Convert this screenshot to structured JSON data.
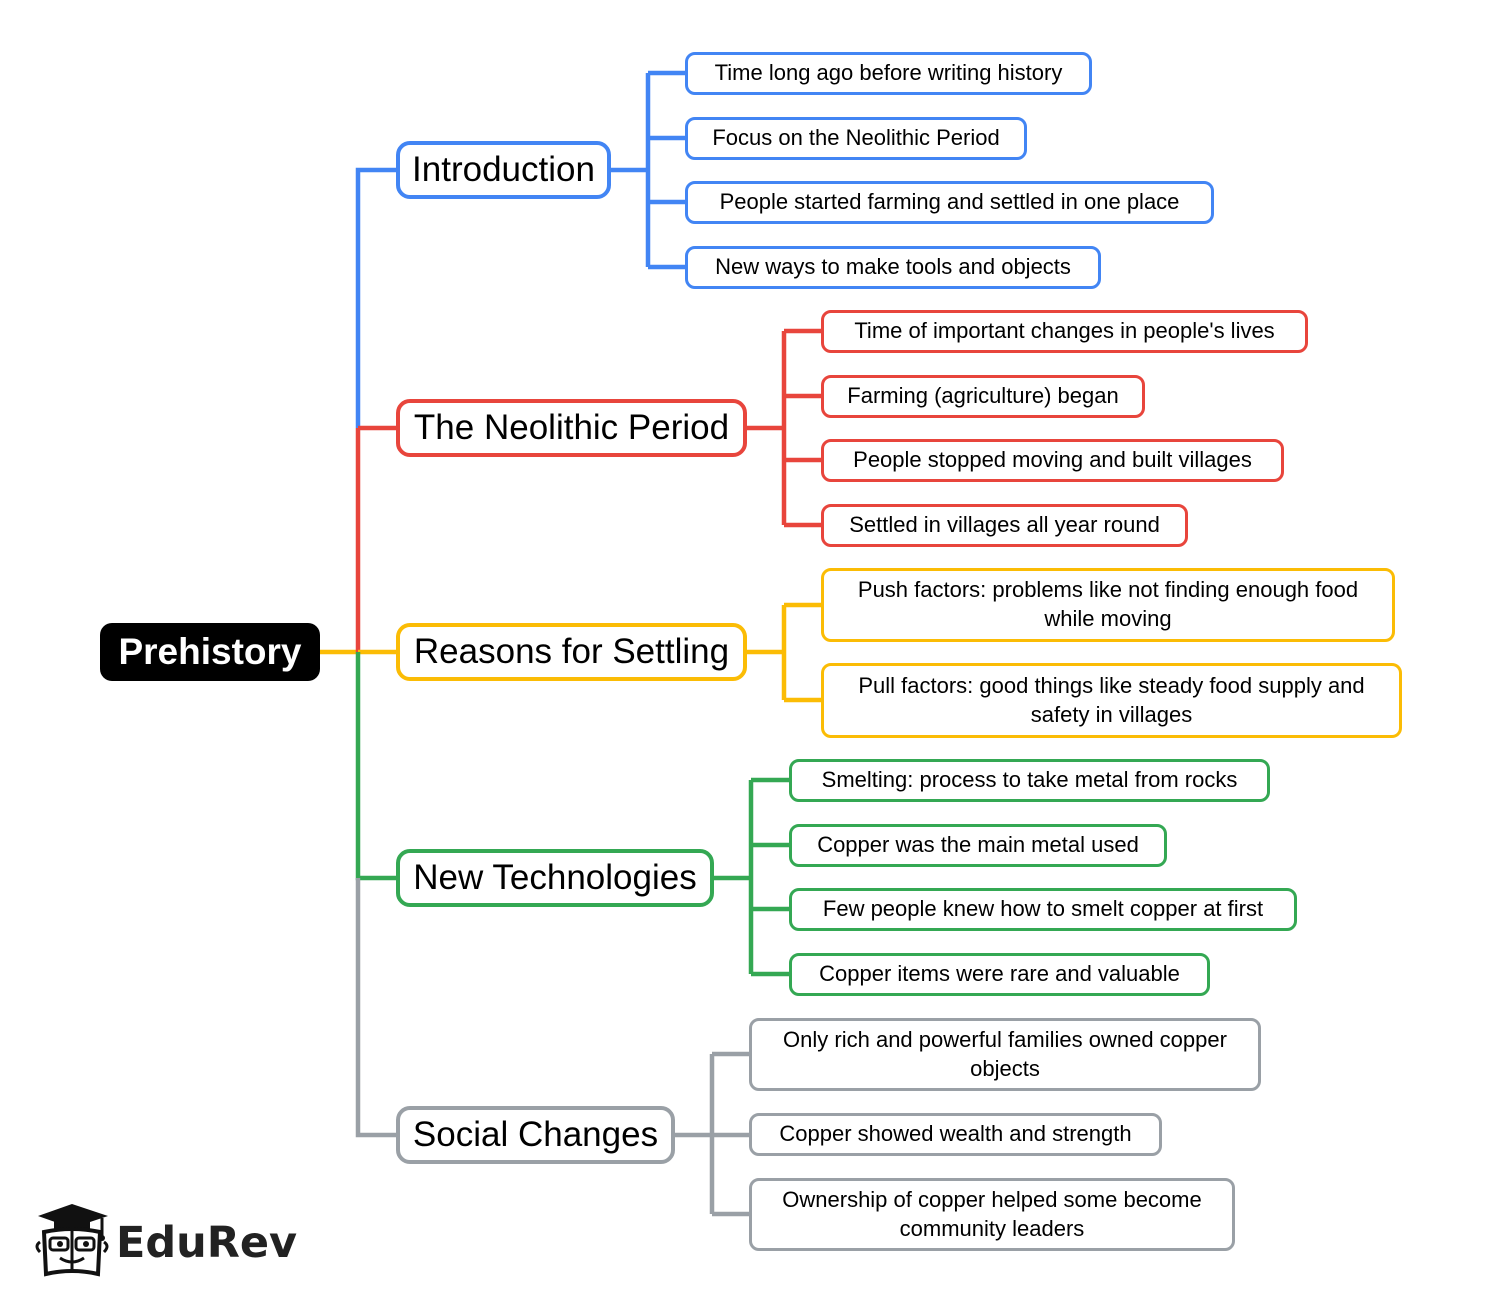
{
  "root": {
    "label": "Prehistory"
  },
  "branches": [
    {
      "label": "Introduction",
      "color": "#4285f4",
      "children": [
        "Time long ago before writing history",
        "Focus on the Neolithic Period",
        "People started farming and settled in one place",
        "New ways to make tools and objects"
      ]
    },
    {
      "label": "The Neolithic Period",
      "color": "#e8453c",
      "children": [
        "Time of important changes in people's lives",
        "Farming (agriculture) began",
        "People stopped moving and built villages",
        "Settled in villages all year round"
      ]
    },
    {
      "label": "Reasons for Settling",
      "color": "#fbbc05",
      "children": [
        "Push factors: problems like not finding enough food while moving",
        "Pull factors: good things like steady food supply and safety in villages"
      ]
    },
    {
      "label": "New Technologies",
      "color": "#34a853",
      "children": [
        "Smelting: process to take metal from rocks",
        "Copper was the main metal used",
        "Few people knew how to smelt copper at first",
        "Copper items were rare and valuable"
      ]
    },
    {
      "label": "Social Changes",
      "color": "#9aa0a6",
      "children": [
        "Only rich and powerful families owned copper objects",
        "Copper showed wealth and strength",
        "Ownership of copper helped some become community leaders"
      ]
    }
  ],
  "logo": {
    "text": "EduRev",
    "icon": "graduation-cap-mascot-icon"
  }
}
